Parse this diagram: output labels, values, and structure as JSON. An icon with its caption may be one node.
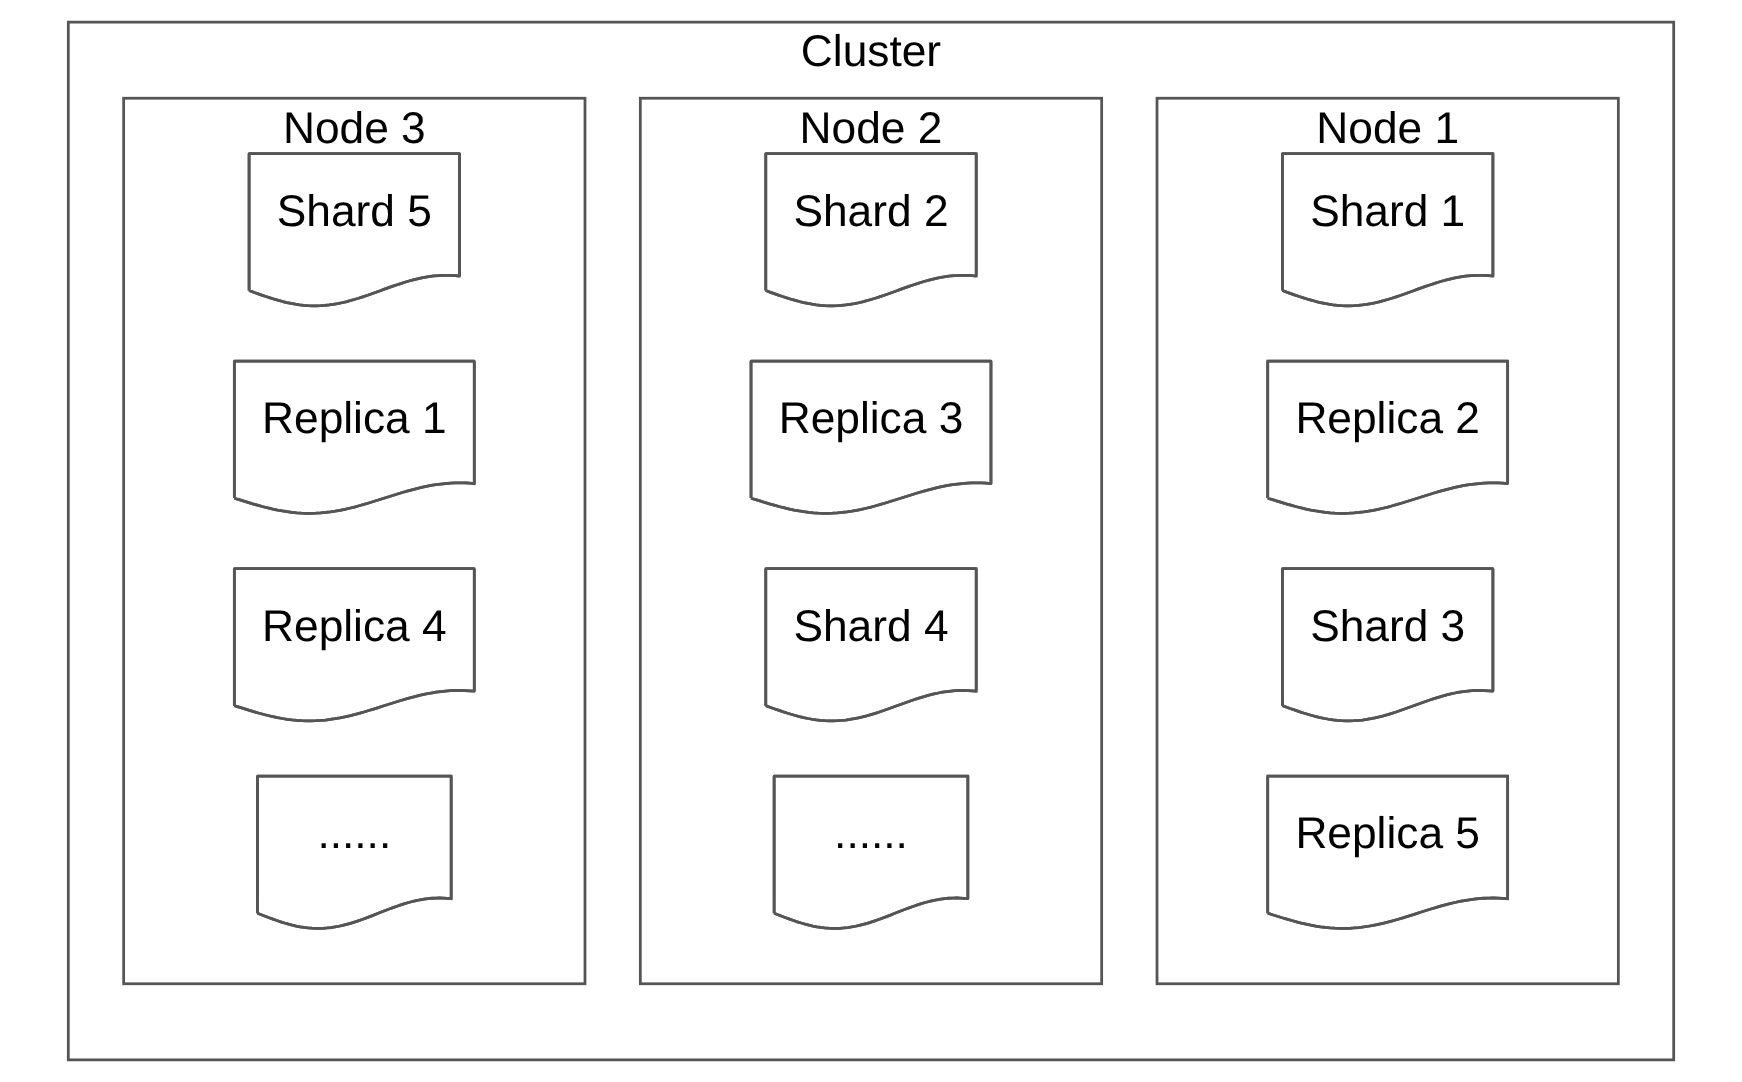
{
  "diagram": {
    "nodes": [
      {
        "text": [
          "Cluster"
        ]
      },
      {
        "text": [
          "Node 1"
        ],
        "in": 0
      },
      {
        "text": [
          "Shard 1"
        ],
        "in": 1
      },
      {
        "text": [
          "Replica 2"
        ],
        "in": 1
      },
      {
        "text": [
          "Shard 3"
        ],
        "in": 1
      },
      {
        "text": [
          "Replica 5"
        ],
        "in": 1
      },
      {
        "text": [
          "Node 2"
        ],
        "in": 0
      },
      {
        "text": [
          "Shard 2"
        ],
        "in": 6
      },
      {
        "text": [
          "Replica 3"
        ],
        "in": 6
      },
      {
        "text": [
          "Shard 4"
        ],
        "in": 6
      },
      {
        "text": [
          "......"
        ],
        "in": 6
      },
      {
        "text": [
          "Node 3"
        ],
        "in": 0
      },
      {
        "text": [
          "Shard 5"
        ],
        "in": 11
      },
      {
        "text": [
          "Replica 1"
        ],
        "in": 11
      },
      {
        "text": [
          "Replica 4"
        ],
        "in": 11
      },
      {
        "text": [
          "......"
        ],
        "in": 11
      }
    ],
    "edges": []
  }
}
